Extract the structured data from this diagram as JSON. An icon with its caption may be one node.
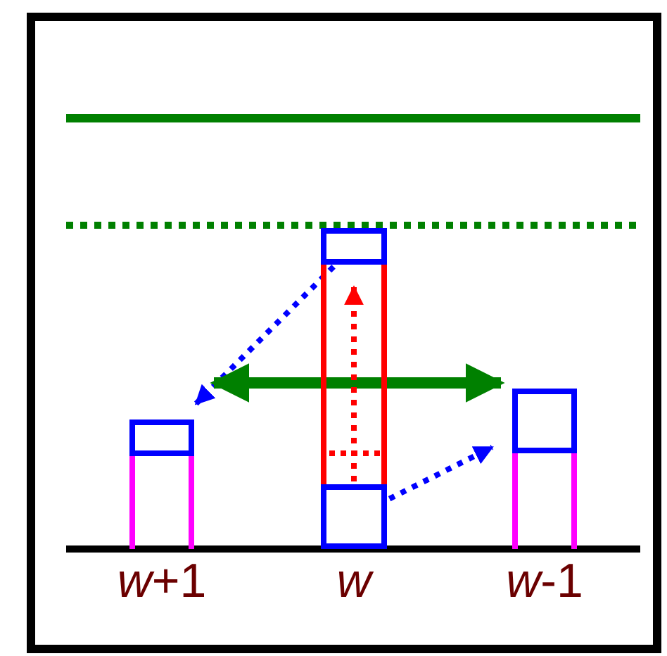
{
  "diagram": {
    "nodes": [
      {
        "text": [],
        "shape": "bar",
        "beside": [
          "*w*+1"
        ]
      },
      {
        "text": [],
        "shape": "box",
        "in": 0
      },
      {
        "text": [],
        "shape": "bar",
        "beside": [
          "*w*"
        ]
      },
      {
        "text": [],
        "shape": "box",
        "in": 2
      },
      {
        "text": [],
        "shape": "box",
        "in": 2
      },
      {
        "text": [],
        "shape": "bar",
        "beside": [
          "*w*-1"
        ]
      },
      {
        "text": [],
        "shape": "box",
        "in": 5
      }
    ],
    "edges": [
      {
        "from": 3,
        "to": 1,
        "arrow": "to",
        "style": "dashed"
      },
      {
        "from": 0,
        "to": 5,
        "arrow": "both",
        "style": "thick",
        "color": "#008000"
      },
      {
        "from": 4,
        "to": 3,
        "arrow": "to",
        "style": "dashed",
        "color": "#ff0000"
      },
      {
        "from": 4,
        "to": 6,
        "arrow": "to",
        "style": "dashed"
      }
    ]
  }
}
